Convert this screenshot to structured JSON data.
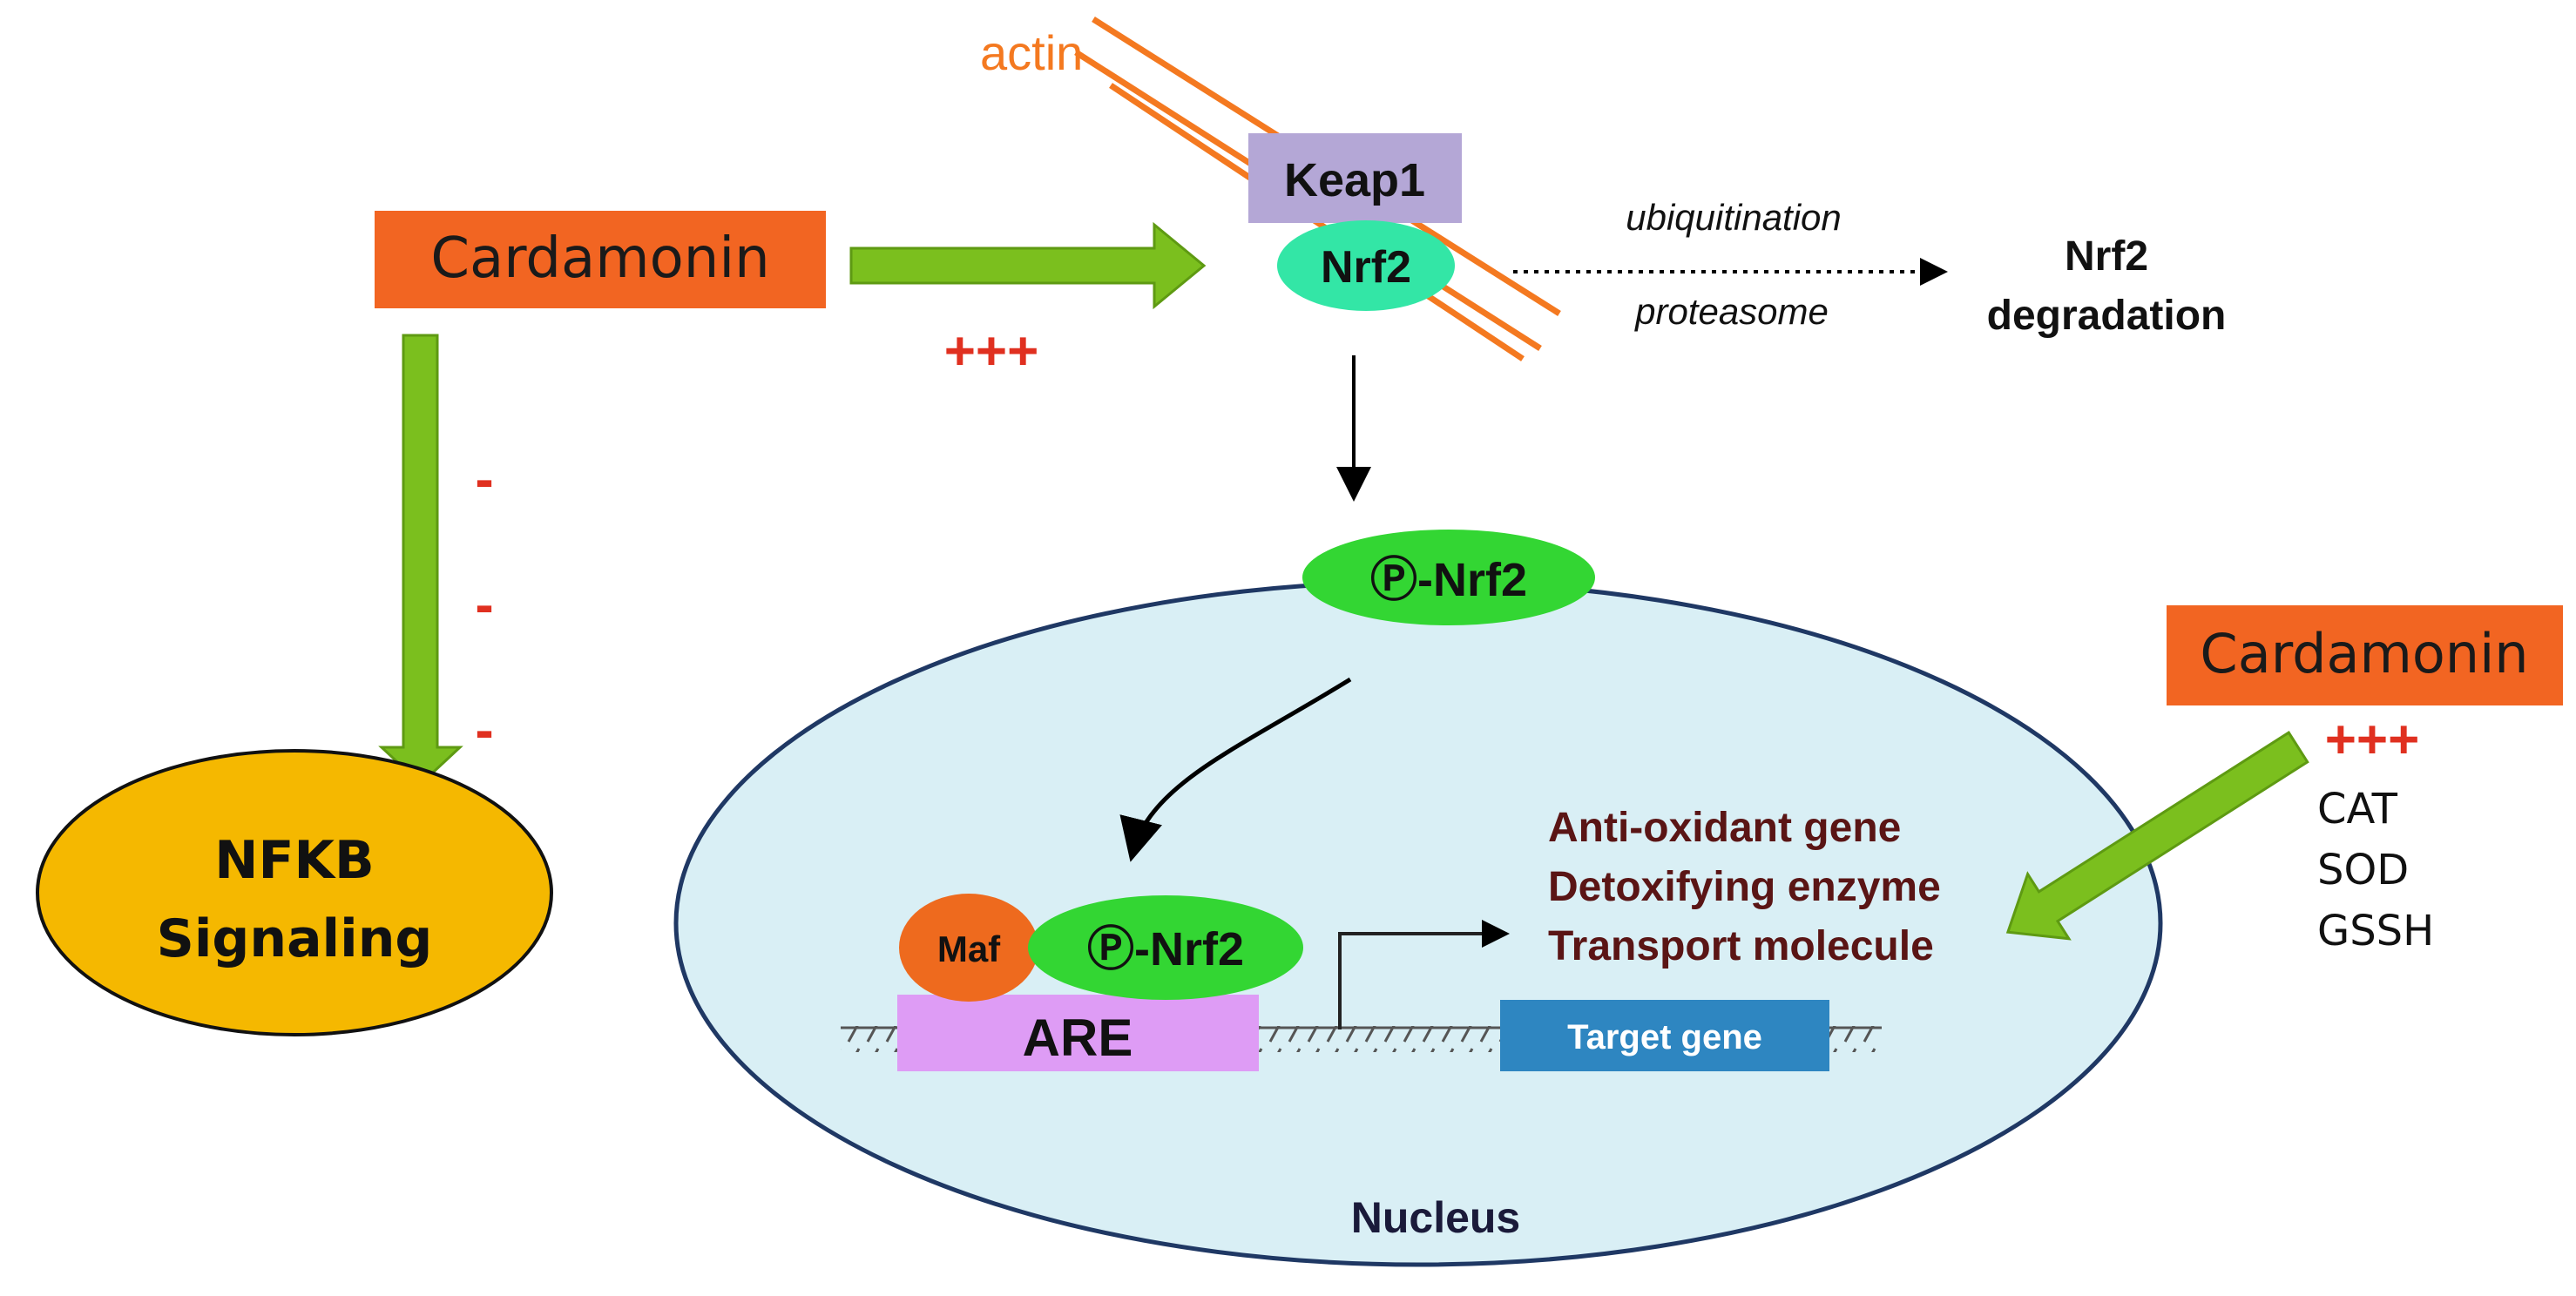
{
  "labels": {
    "actin": "actin",
    "keap1": "Keap1",
    "nrf2": "Nrf2",
    "cardamonin_left": "Cardamonin",
    "plus_top": "+++",
    "ubiquitination": "ubiquitination",
    "proteasome": "proteasome",
    "nrf2_degradation_line1": "Nrf2",
    "nrf2_degradation_line2": "degradation",
    "minus_1": "-",
    "minus_2": "-",
    "minus_3": "-",
    "nfkb_line1": "NFKB",
    "nfkb_line2": "Signaling",
    "p_nrf2_top": "Ⓟ-Nrf2",
    "cardamonin_right": "Cardamonin",
    "plus_right": "+++",
    "cat": "CAT",
    "sod": "SOD",
    "gssh": "GSSH",
    "gene_1": "Anti-oxidant gene",
    "gene_2": "Detoxifying enzyme",
    "gene_3": "Transport molecule",
    "maf": "Maf",
    "p_nrf2_bound": "Ⓟ-Nrf2",
    "are": "ARE",
    "target_gene": "Target gene",
    "nucleus": "Nucleus"
  },
  "colors": {
    "orange_box": "#f26522",
    "actin_line": "#f47920",
    "keap1_fill": "#b4a7d6",
    "nrf2_teal": "#33e6a6",
    "green_ellipse": "#33d633",
    "green_arrow": "#7bbf1e",
    "green_arrow_edge": "#5e9a12",
    "nfkb_fill": "#f5b800",
    "nucleus_fill": "#d9eff5",
    "nucleus_stroke": "#1f3864",
    "maf_fill": "#ee6a1e",
    "are_fill": "#de9cf5",
    "target_gene_fill": "#2e86c1",
    "plus_minus_red": "#e03020",
    "gene_text": "#5a1515"
  }
}
